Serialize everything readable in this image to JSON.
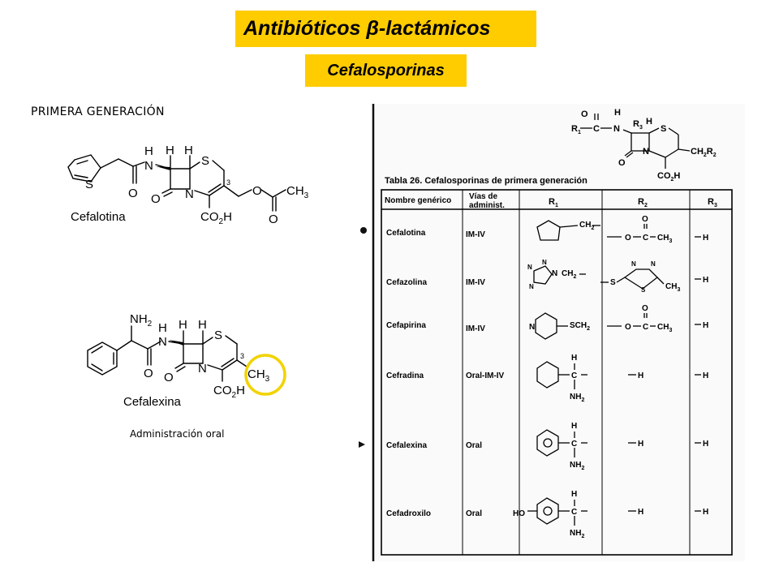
{
  "header": {
    "title": "Antibióticos β-lactámicos",
    "subtitle": "Cefalosporinas"
  },
  "section_label": "PRIMERA GENERACIÓN",
  "molecules": {
    "cefalotina": {
      "name": "Cefalotina",
      "atoms": {
        "s_ring": "S",
        "h_nh": "H",
        "n_amide": "N",
        "h1": "H",
        "h2": "H",
        "s_core": "S",
        "pos3": "3",
        "o_amide": "O",
        "o_lactam": "O",
        "n_core": "N",
        "o_ester": "O",
        "ch3": "CH",
        "ch3_sub": "3",
        "co2h_a": "CO",
        "co2h_sub": "2",
        "co2h_b": "H",
        "o_carbonyl": "O"
      }
    },
    "cefalexina": {
      "name": "Cefalexina",
      "atoms": {
        "nh2": "NH",
        "nh2_sub": "2",
        "h_nh": "H",
        "n_amide": "N",
        "h1": "H",
        "h2": "H",
        "s_core": "S",
        "o_amide": "O",
        "o_lactam": "O",
        "n_core": "N",
        "pos3": "3",
        "ch3": "CH",
        "ch3_sub": "3",
        "co2h_a": "CO",
        "co2h_sub": "2",
        "co2h_b": "H"
      }
    },
    "highlight_color": "#F2D300"
  },
  "admin_note": "Administración oral",
  "table": {
    "caption": "Tabla 26. Cefalosporinas de primera generación",
    "general_structure": {
      "r1": "R",
      "r1_sub": "1",
      "c": "C",
      "o_top": "O",
      "n": "N",
      "h": "H",
      "r3": "R",
      "r3_sub": "3",
      "h2": "H",
      "s": "S",
      "o_bottom": "O",
      "n_core": "N",
      "ch2r2": "CH",
      "ch2r2_sub": "2",
      "ch2r2_r": "R",
      "ch2r2_rsub": "2",
      "co2h": "CO",
      "co2h_sub": "2",
      "co2h_h": "H"
    },
    "headers": {
      "name": "Nombre genérico",
      "route_line1": "Vías de",
      "route_line2": "administ.",
      "r1": "R",
      "r1_sub": "1",
      "r2": "R",
      "r2_sub": "2",
      "r3": "R",
      "r3_sub": "3"
    },
    "rows": [
      {
        "name": "Cefalotina",
        "route": "IM-IV",
        "r1_text": "CH",
        "r1_sub": "2",
        "r2_text_a": "O",
        "r2_text_b": "C",
        "r2_text_c": "CH",
        "r2_sub": "3",
        "r2_o": "O",
        "r3": "H"
      },
      {
        "name": "Cefazolina",
        "route": "IM-IV",
        "r1_text": "N",
        "r1_ch2": "CH",
        "r1_sub": "2",
        "r1_n1": "N",
        "r1_n2": "N",
        "r1_n3": "N",
        "r2_s": "S",
        "r2_n1": "N",
        "r2_n2": "N",
        "r2_s2": "S",
        "r2_ch3": "CH",
        "r2_sub": "3",
        "r3": "H"
      },
      {
        "name": "Cefapirina",
        "route": "IM-IV",
        "r1_n": "N",
        "r1_text": "SCH",
        "r1_sub": "2",
        "r2_text_a": "O",
        "r2_text_b": "C",
        "r2_text_c": "CH",
        "r2_sub": "3",
        "r2_o": "O",
        "r3": "H"
      },
      {
        "name": "Cefradina",
        "route": "Oral-IM-IV",
        "r1_h": "H",
        "r1_c": "C",
        "r1_nh2": "NH",
        "r1_sub": "2",
        "r2": "H",
        "r3": "H"
      },
      {
        "name": "Cefalexina",
        "route": "Oral",
        "r1_h": "H",
        "r1_c": "C",
        "r1_nh2": "NH",
        "r1_sub": "2",
        "r2": "H",
        "r3": "H"
      },
      {
        "name": "Cefadroxilo",
        "route": "Oral",
        "r1_ho": "HO",
        "r1_h": "H",
        "r1_c": "C",
        "r1_nh2": "NH",
        "r1_sub": "2",
        "r2": "H",
        "r3": "H"
      }
    ]
  }
}
